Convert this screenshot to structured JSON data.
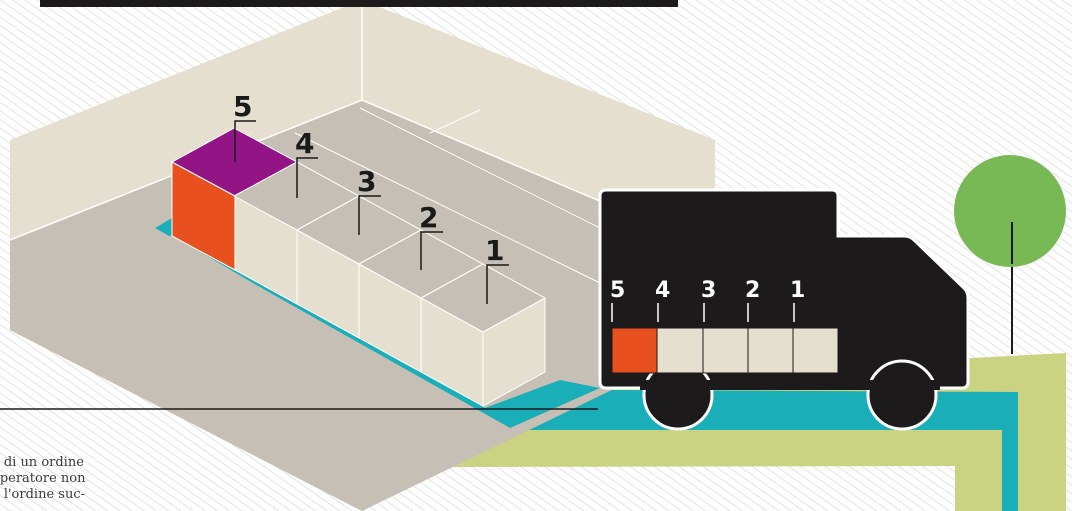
{
  "warehouse": {
    "box_labels": [
      "5",
      "4",
      "3",
      "2",
      "1"
    ]
  },
  "truck": {
    "slot_labels": [
      "5",
      "4",
      "3",
      "2",
      "1"
    ]
  },
  "caption": {
    "text": "e di un ordine\n operatore non\ne l'ordine suc-"
  },
  "colors": {
    "hatch_bg": "#ffffff",
    "hatch_line": "#c8c8c8",
    "wall": "#e4dfcf",
    "floor": "#c5bfb5",
    "box_top_highlight": "#921485",
    "box_side_highlight": "#e8501f",
    "box_face": "#e4dfcf",
    "teal_road": "#1aaeb8",
    "green_road": "#c9d381",
    "truck_body": "#1d1a1b",
    "tree": "#78b955"
  }
}
